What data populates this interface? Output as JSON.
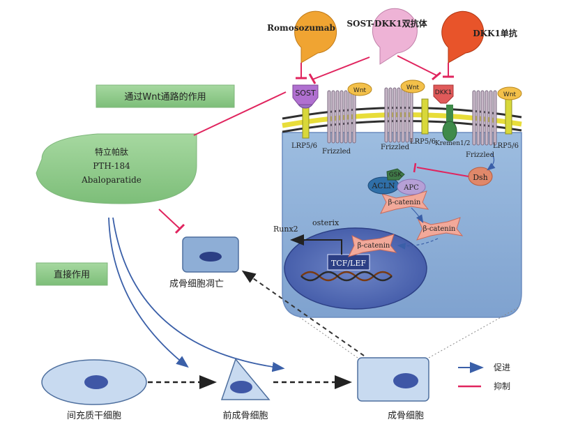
{
  "drugs": {
    "romosozumab": "Romosozumab",
    "sost_dkk1_bispecific": "SOST-DKK1双抗体",
    "dkk1_mab": "DKK1单抗"
  },
  "pathway_label": "通过Wnt通路的作用",
  "direct_label": "直接作用",
  "teriparatide": {
    "line1": "特立帕肽",
    "line2": "PTH-184",
    "line3": "Abaloparatide"
  },
  "molecules": {
    "sost": "SOST",
    "dkk1": "DKK1",
    "wnt": "Wnt",
    "lrp56": "LRP5/6",
    "frizzled": "Frizzled",
    "kremen": "Kremen1/2",
    "dsh": "Dsh",
    "gsk": "GSK",
    "axin": "ACLN",
    "apc": "APC",
    "beta_catenin": "β-catenin",
    "tcf_lef": "TCF/LEF",
    "runx2": "Runx2",
    "osterix": "osterix"
  },
  "cells": {
    "apoptosis": "成骨细胞凋亡",
    "msc": "间充质干细胞",
    "preosteoblast": "前成骨细胞",
    "osteoblast": "成骨细胞"
  },
  "legend": {
    "promote": "促进",
    "inhibit": "抑制"
  },
  "colors": {
    "inhibit": "#e0245e",
    "promote": "#3a5fa8",
    "green_box": "#8fc98f",
    "cell_fill": "#8eaed6"
  }
}
